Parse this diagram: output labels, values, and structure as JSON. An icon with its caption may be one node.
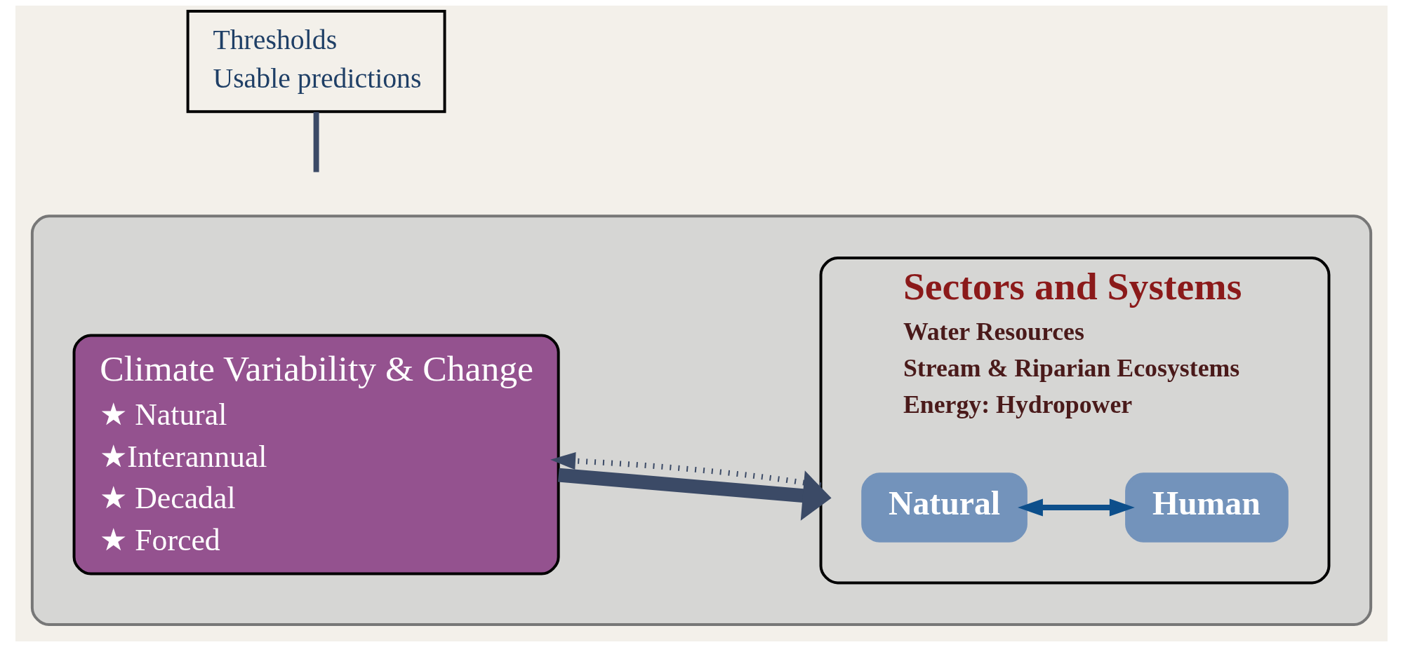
{
  "diagram": {
    "nodes": [
      {
        "text": [],
        "shape": "ellipse"
      },
      {
        "text": [
          "Climate Variability & Change",
          "★ Natural",
          "★Interannual",
          "★ Decadal",
          "★ Forced"
        ],
        "in": 0
      },
      {
        "text": [
          "Sectors and Systems",
          "Water Resources",
          "Stream & Riparian Ecosystems",
          "Energy: Hydropower"
        ],
        "in": 0
      },
      {
        "text": [
          "Natural"
        ],
        "in": 2
      },
      {
        "text": [
          "Human"
        ],
        "in": 2
      },
      {
        "text": [
          "Thresholds",
          "Usable predictions"
        ]
      }
    ],
    "edges": [
      {
        "from": 1,
        "to": 2,
        "arrow": "to",
        "style": "thick"
      },
      {
        "from": 2,
        "to": 1,
        "arrow": "to",
        "style": "dashed"
      },
      {
        "from": 3,
        "to": 4,
        "arrow": "both",
        "color": "#0d4f8b"
      },
      {
        "from": 5,
        "to": null,
        "arrow": "none"
      }
    ]
  }
}
